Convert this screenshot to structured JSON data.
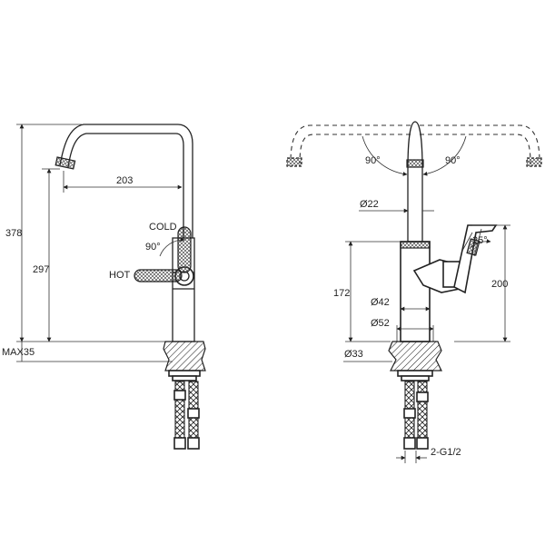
{
  "side_view": {
    "dim_height_total": "378",
    "dim_height_outlet": "297",
    "dim_reach": "203",
    "dim_deck_max": "MAX35",
    "label_cold": "COLD",
    "label_hot": "HOT",
    "angle_handle": "90°"
  },
  "front_view": {
    "angle_left": "90°",
    "angle_right": "90°",
    "dim_spout_dia": "Ø22",
    "angle_lever": "25°",
    "dim_height_body": "172",
    "dim_height_lever": "200",
    "dim_body_dia": "Ø42",
    "dim_base_dia": "Ø52",
    "dim_shank_dia": "Ø33",
    "dim_connection": "2-G1/2"
  }
}
